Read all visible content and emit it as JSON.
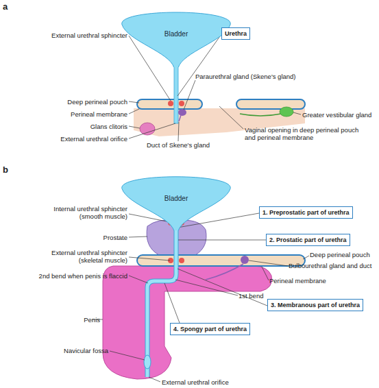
{
  "diagram": {
    "nodes": [
      {
        "text": [
          "Bladder"
        ]
      },
      {
        "text": [
          "Urethra"
        ]
      },
      {
        "text": [
          "Bladder"
        ]
      },
      {
        "text": [
          "1. Preprostatic part of urethra"
        ]
      },
      {
        "text": [
          "2. Prostatic part of urethra"
        ]
      },
      {
        "text": [
          "3. Membranous part of urethra"
        ]
      },
      {
        "text": [
          "4. Spongy part of urethra"
        ]
      }
    ],
    "labels": [
      "a",
      "External urethral sphincter",
      "Paraurethral gland (Skene's gland)",
      "Deep perineal pouch",
      "Perineal membrane",
      "Greater vestibular gland",
      "Glans clitoris",
      "External urethral orifice",
      "Vaginal opening in deep perineal pouch and perineal membrane",
      "Duct of Skene's gland",
      "b",
      "Internal urethral sphincter (smooth muscle)",
      "Prostate",
      "External urethral sphincter (skeletal muscle)",
      "Deep perineal pouch",
      "2nd bend when penis is flaccid",
      "Bulbourethral gland and duct",
      "Perineal membrane",
      "1st bend",
      "Penis",
      "Navicular fossa",
      "External urethral orifice"
    ]
  }
}
